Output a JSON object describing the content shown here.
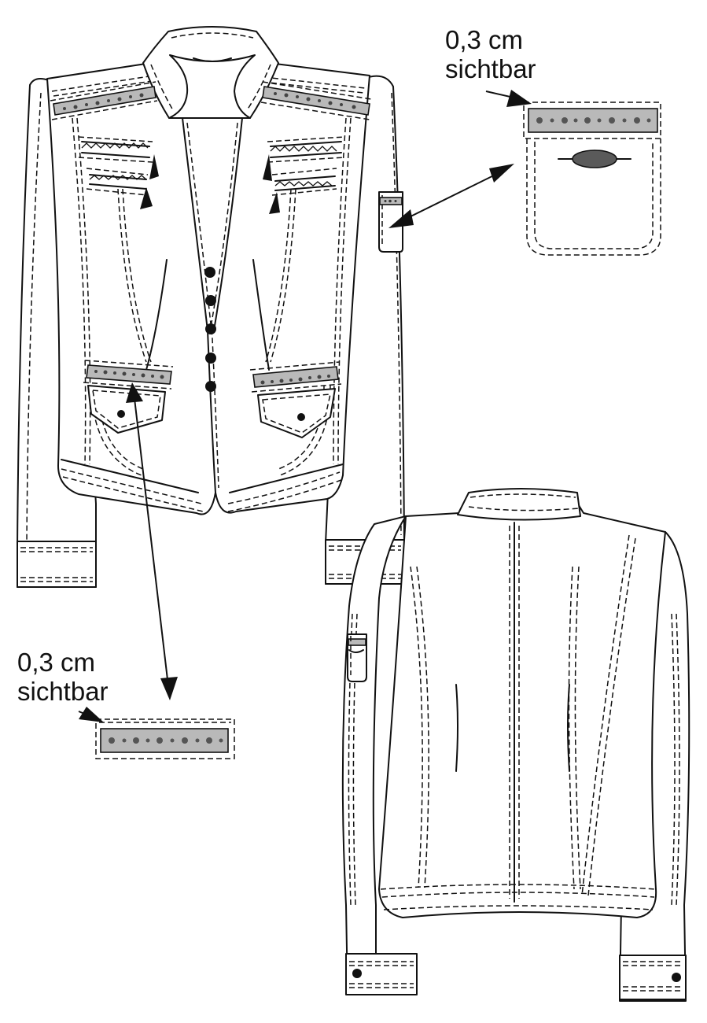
{
  "callouts": [
    {
      "id": "tape-detail-upper",
      "line1": "0,3 cm",
      "line2": "sichtbar"
    },
    {
      "id": "tape-detail-lower",
      "line1": "0,3 cm",
      "line2": "sichtbar"
    }
  ],
  "colors": {
    "line": "#111111",
    "tape_fill": "#b9b9b9",
    "flap_oval": "#5a5a5a",
    "background": "#ffffff"
  }
}
